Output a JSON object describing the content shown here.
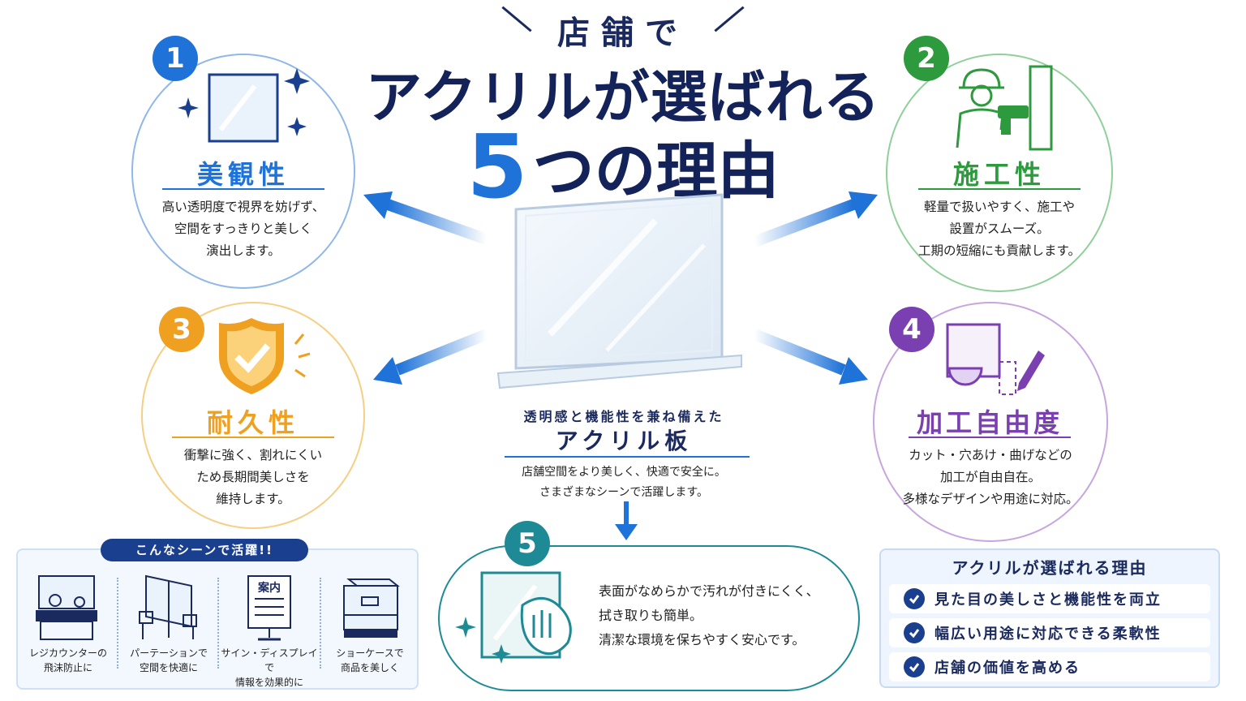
{
  "header": {
    "subtitle": "店舗で",
    "title": "アクリルが選ばれる",
    "count_number": "5",
    "count_suffix": "つの理由"
  },
  "reasons": [
    {
      "number": "1",
      "title": "美観性",
      "lines": [
        "高い透明度で視界を妨げず、",
        "空間をすっきりと美しく",
        "演出します。"
      ],
      "color": "#1e72d8",
      "icon": "clear-panel-sparkle-icon"
    },
    {
      "number": "2",
      "title": "施工性",
      "lines": [
        "軽量で扱いやすく、施工や",
        "設置がスムーズ。",
        "工期の短縮にも貢献します。"
      ],
      "color": "#2e9a3e",
      "icon": "worker-drill-icon"
    },
    {
      "number": "3",
      "title": "耐久性",
      "lines": [
        "衝撃に強く、割れにくい",
        "ため長期間美しさを",
        "維持します。"
      ],
      "color": "#f0a020",
      "icon": "shield-check-icon"
    },
    {
      "number": "4",
      "title": "加工自由度",
      "lines": [
        "カット・穴あけ・曲げなどの",
        "加工が自由自在。",
        "多様なデザインや用途に対応。"
      ],
      "color": "#7a3fb0",
      "icon": "cut-pen-icon"
    },
    {
      "number": "5",
      "lines": [
        "表面がなめらかで汚れが付きにくく、",
        "拭き取りも簡単。",
        "清潔な環境を保ちやすく安心です。"
      ],
      "color": "#1e8a95",
      "icon": "wipe-cloth-icon"
    }
  ],
  "center": {
    "subtitle": "透明感と機能性を兼ね備えた",
    "title": "アクリル板",
    "lines": [
      "店舗空間をより美しく、快適で安全に。",
      "さまざまなシーンで活躍します。"
    ]
  },
  "scenes": {
    "tag": "こんなシーンで活躍!!",
    "items": [
      {
        "line1": "レジカウンターの",
        "line2": "飛沫防止に",
        "icon": "register-counter-icon"
      },
      {
        "line1": "パーテーションで",
        "line2": "空間を快適に",
        "icon": "partition-icon"
      },
      {
        "line1": "サイン・ディスプレイで",
        "line2": "情報を効果的に",
        "icon": "sign-display-icon"
      },
      {
        "line1": "ショーケースで",
        "line2": "商品を美しく",
        "icon": "showcase-icon"
      }
    ],
    "sign_text": "案内"
  },
  "summary": {
    "title": "アクリルが選ばれる理由",
    "items": [
      "見た目の美しさと機能性を両立",
      "幅広い用途に対応できる柔軟性",
      "店舗の価値を高める"
    ]
  }
}
